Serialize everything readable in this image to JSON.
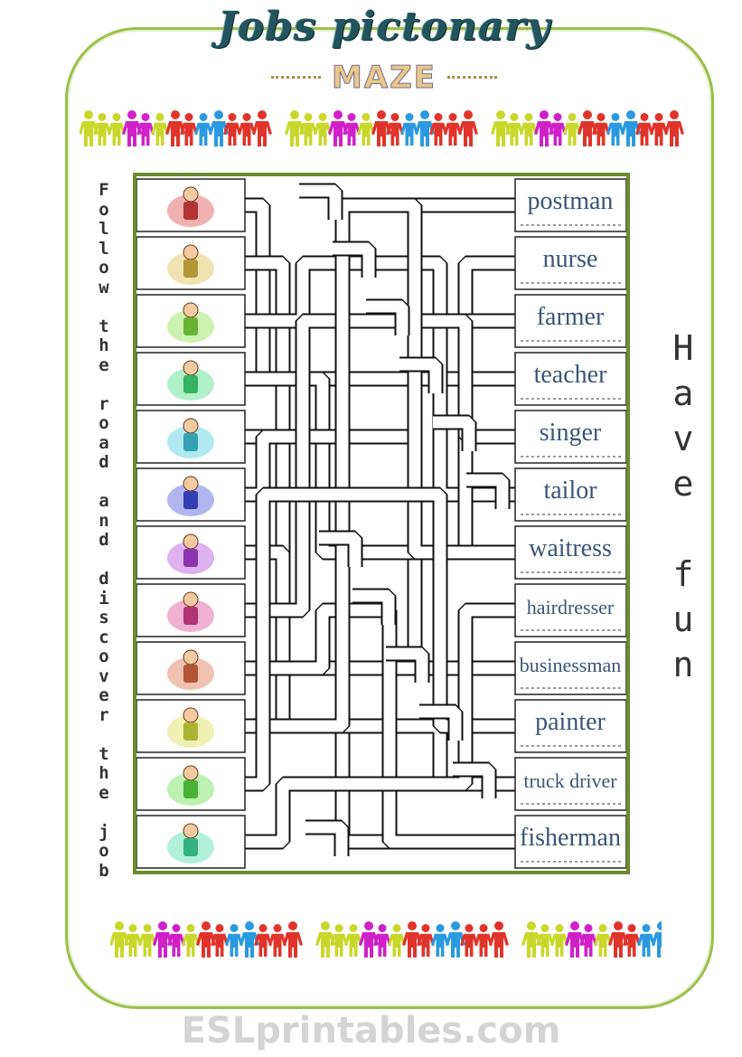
{
  "title": "Jobs pictonary",
  "subtitle": "MAZE",
  "instruction_vertical": "Follow the road and discover the job",
  "closing_vertical": "Have fun",
  "watermark": "ESLprintables.com",
  "colors": {
    "frame": "#9bbf4a",
    "maze_border": "#6d8a2e",
    "word": "#3a5578",
    "title": "#23555f"
  },
  "people_colors": [
    "#c8d82a",
    "#c8d82a",
    "#c8d82a",
    "#d020c8",
    "#d020c8",
    "#c8d82a",
    "#e0342a",
    "#e0342a",
    "#2a9ae0",
    "#2a9ae0",
    "#e0342a",
    "#e0342a",
    "#e0342a"
  ],
  "rows": [
    {
      "picture_icon": "telephone-operator-picture",
      "word": "postman"
    },
    {
      "picture_icon": "postman-mailbox-picture",
      "word": "nurse"
    },
    {
      "picture_icon": "singer-microphone-picture",
      "word": "farmer"
    },
    {
      "picture_icon": "farmer-hat-picture",
      "word": "teacher"
    },
    {
      "picture_icon": "waitress-tray-picture",
      "word": "singer"
    },
    {
      "picture_icon": "tailor-mannequin-picture",
      "word": "tailor"
    },
    {
      "picture_icon": "painter-easel-picture",
      "word": "waitress"
    },
    {
      "picture_icon": "hairdresser-picture",
      "word": "hairdresser"
    },
    {
      "picture_icon": "truck-driver-picture",
      "word": "businessman"
    },
    {
      "picture_icon": "businessman-chart-picture",
      "word": "painter"
    },
    {
      "picture_icon": "nurse-picture",
      "word": "truck driver"
    },
    {
      "picture_icon": "fisherman-boat-picture",
      "word": "fisherman"
    }
  ]
}
